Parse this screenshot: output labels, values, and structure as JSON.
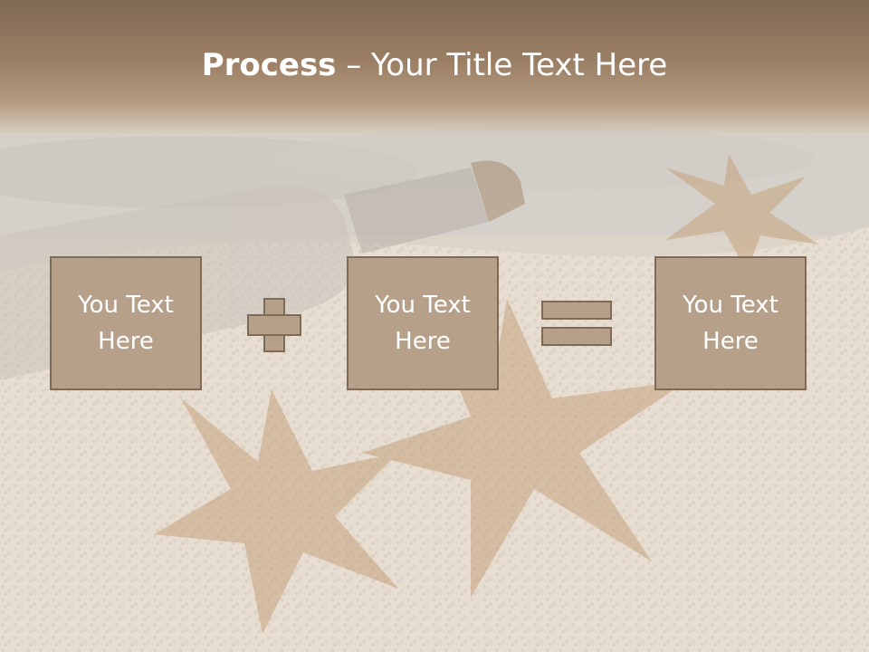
{
  "slide": {
    "title_bold": "Process",
    "title_rest": " – Your Title Text Here",
    "boxes": [
      {
        "line1": "You Text",
        "line2": "Here"
      },
      {
        "line1": "You Text",
        "line2": "Here"
      },
      {
        "line1": "You Text",
        "line2": "Here"
      }
    ],
    "operators": [
      "plus-icon",
      "equals-icon"
    ]
  },
  "colors": {
    "title_band": "#8f7660",
    "box_fill": "#b7a08a",
    "box_border": "#7d6a57",
    "text": "#ffffff"
  }
}
